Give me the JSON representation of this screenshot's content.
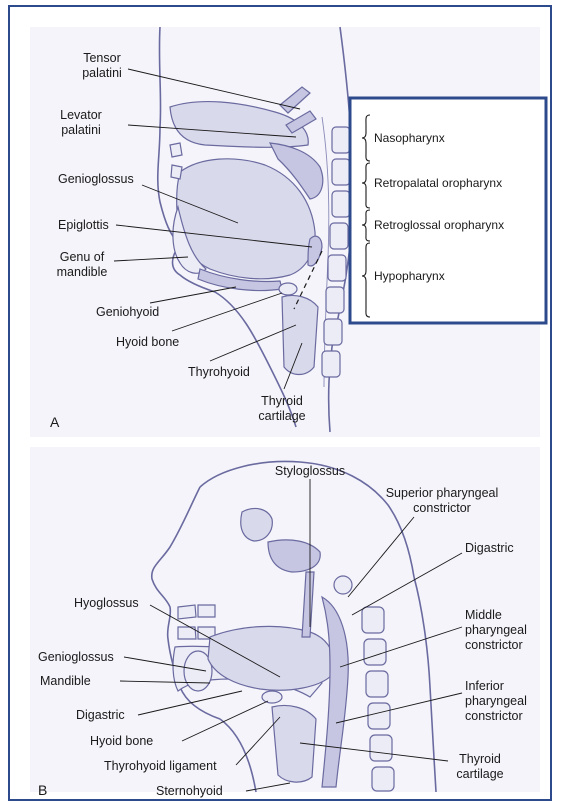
{
  "panel_a": {
    "letter": "A",
    "labels": {
      "tensor_palatini": [
        "Tensor",
        "palatini"
      ],
      "levator_palatini": [
        "Levator",
        "palatini"
      ],
      "genioglossus": "Genioglossus",
      "epiglottis": "Epiglottis",
      "genu_of_mandible": [
        "Genu of",
        "mandible"
      ],
      "geniohyoid": "Geniohyoid",
      "hyoid_bone": "Hyoid bone",
      "thyrohyoid": "Thyrohyoid",
      "thyroid_cartilage": [
        "Thyroid",
        "cartilage"
      ]
    },
    "regions": [
      "Nasopharynx",
      "Retropalatal oropharynx",
      "Retroglossal oropharynx",
      "Hypopharynx"
    ],
    "region_box_color": "#2d4a8c"
  },
  "panel_b": {
    "letter": "B",
    "labels": {
      "styloglossus": "Styloglossus",
      "superior_pharyngeal_constrictor": [
        "Superior pharyngeal",
        "constrictor"
      ],
      "digastric_right": "Digastric",
      "hyoglossus": "Hyoglossus",
      "middle_pharyngeal_constrictor": [
        "Middle",
        "pharyngeal",
        "constrictor"
      ],
      "genioglossus": "Genioglossus",
      "mandible": "Mandible",
      "inferior_pharyngeal_constrictor": [
        "Inferior",
        "pharyngeal",
        "constrictor"
      ],
      "digastric_left": "Digastric",
      "hyoid_bone": "Hyoid bone",
      "thyroid_cartilage": [
        "Thyroid",
        "cartilage"
      ],
      "thyrohyoid_ligament": "Thyrohyoid ligament",
      "sternohyoid": "Sternohyoid"
    }
  }
}
